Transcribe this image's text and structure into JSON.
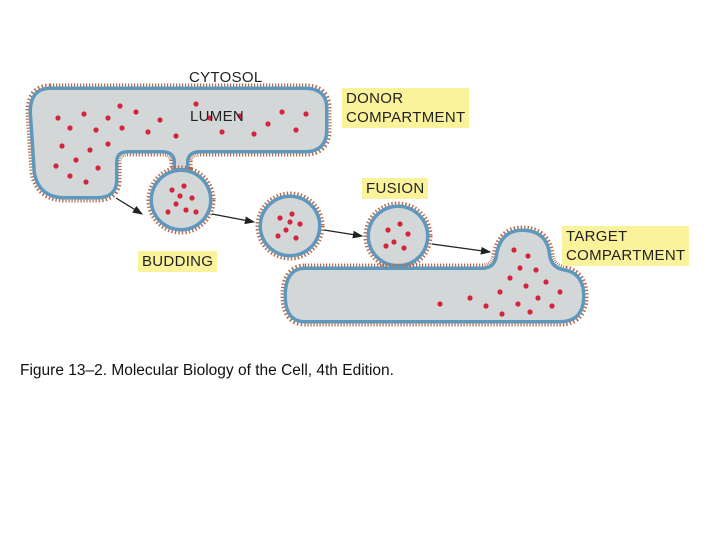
{
  "labels": {
    "cytosol": "CYTOSOL",
    "lumen": "LUMEN",
    "donor_line1": "DONOR",
    "donor_line2": "COMPARTMENT",
    "fusion": "FUSION",
    "target_line1": "TARGET",
    "target_line2": "COMPARTMENT",
    "budding": "BUDDING"
  },
  "caption": "Figure 13–2. Molecular Biology of the Cell, 4th Edition.",
  "colors": {
    "lumen_fill": "#d3d7d8",
    "membrane_blue": "#5f98bd",
    "membrane_tick": "#b56a4e",
    "cargo_red": "#d3263a",
    "label_box": "#fbf39b"
  }
}
